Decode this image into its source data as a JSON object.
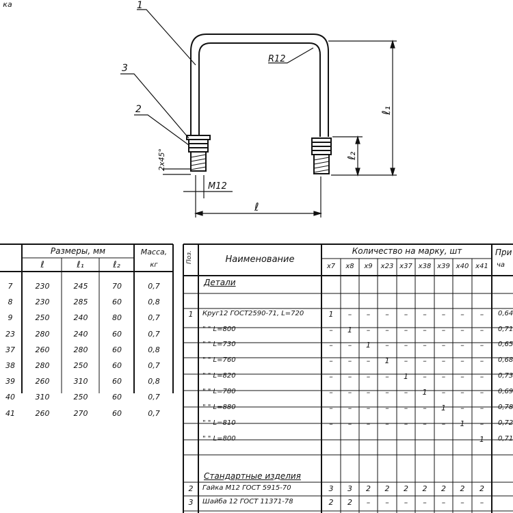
{
  "drawing": {
    "leaders": [
      "1",
      "3",
      "2"
    ],
    "radius_label": "R12",
    "chamfer_label": "2x45°",
    "thread_label": "M12",
    "dim_l": "ℓ",
    "dim_l1": "ℓ₁",
    "dim_l2": "ℓ₂"
  },
  "left_table": {
    "header_mark": "ка",
    "header_sizes": "Размеры,  мм",
    "header_mass": "Масса,",
    "header_mass_unit": "кг",
    "sub_l": "ℓ",
    "sub_l1": "ℓ₁",
    "sub_l2": "ℓ₂",
    "rows": [
      {
        "mark": "7",
        "l": "230",
        "l1": "245",
        "l2": "70",
        "mass": "0,7"
      },
      {
        "mark": "8",
        "l": "230",
        "l1": "285",
        "l2": "60",
        "mass": "0,8"
      },
      {
        "mark": "9",
        "l": "250",
        "l1": "240",
        "l2": "80",
        "mass": "0,7"
      },
      {
        "mark": "23",
        "l": "280",
        "l1": "240",
        "l2": "60",
        "mass": "0,7"
      },
      {
        "mark": "37",
        "l": "260",
        "l1": "280",
        "l2": "60",
        "mass": "0,8"
      },
      {
        "mark": "38",
        "l": "280",
        "l1": "250",
        "l2": "60",
        "mass": "0,7"
      },
      {
        "mark": "39",
        "l": "260",
        "l1": "310",
        "l2": "60",
        "mass": "0,8"
      },
      {
        "mark": "40",
        "l": "310",
        "l1": "250",
        "l2": "60",
        "mass": "0,7"
      },
      {
        "mark": "41",
        "l": "260",
        "l1": "270",
        "l2": "60",
        "mass": "0,7"
      }
    ]
  },
  "right_table": {
    "header_pos": "Поз.",
    "header_name": "Наименование",
    "header_qty": "Количество  на  марку,  шт",
    "header_note": "При",
    "header_note2": "ча",
    "marks": [
      "х7",
      "х8",
      "х9",
      "х23",
      "х37",
      "х38",
      "х39",
      "х40",
      "х41"
    ],
    "section_details": "Детали",
    "section_standard": "Стандартные  изделия",
    "rows": [
      {
        "pos": "1",
        "name": "Круг12 ГОСТ2590-71, L=720",
        "q": [
          "1",
          "–",
          "–",
          "–",
          "–",
          "–",
          "–",
          "–",
          "–"
        ],
        "note": "0,64"
      },
      {
        "pos": "",
        "name": "\"        \"           L=800",
        "q": [
          "–",
          "1",
          "–",
          "–",
          "–",
          "–",
          "–",
          "–",
          "–"
        ],
        "note": "0,71"
      },
      {
        "pos": "",
        "name": "\"        \"           L=730",
        "q": [
          "–",
          "–",
          "1",
          "–",
          "–",
          "–",
          "–",
          "–",
          "–"
        ],
        "note": "0,65"
      },
      {
        "pos": "",
        "name": "\"        \"           L=760",
        "q": [
          "–",
          "–",
          "–",
          "1",
          "–",
          "–",
          "–",
          "–",
          "–"
        ],
        "note": "0,68"
      },
      {
        "pos": "",
        "name": "\"        \"           L=820",
        "q": [
          "–",
          "–",
          "–",
          "–",
          "1",
          "–",
          "–",
          "–",
          "–"
        ],
        "note": "0,73"
      },
      {
        "pos": "",
        "name": "\"        \"           L=780",
        "q": [
          "–",
          "–",
          "–",
          "–",
          "–",
          "1",
          "–",
          "–",
          "–"
        ],
        "note": "0,69"
      },
      {
        "pos": "",
        "name": "\"        \"           L=880",
        "q": [
          "–",
          "–",
          "–",
          "–",
          "–",
          "–",
          "1",
          "–",
          "–"
        ],
        "note": "0,78"
      },
      {
        "pos": "",
        "name": "\"        \"           L=810",
        "q": [
          "–",
          "–",
          "–",
          "–",
          "–",
          "–",
          "–",
          "1",
          "–"
        ],
        "note": "0,72"
      },
      {
        "pos": "",
        "name": "\"        \"           L=800",
        "q": [
          "–",
          "–",
          "–",
          "–",
          "–",
          "–",
          "–",
          "–",
          "1"
        ],
        "note": "0,71"
      }
    ],
    "std_rows": [
      {
        "pos": "2",
        "name": "Гайка М12 ГОСТ 5915-70",
        "q": [
          "3",
          "3",
          "2",
          "2",
          "2",
          "2",
          "2",
          "2",
          "2"
        ],
        "note": ""
      },
      {
        "pos": "3",
        "name": "Шайба 12 ГОСТ 11371-78",
        "q": [
          "2",
          "2",
          "–",
          "–",
          "–",
          "–",
          "–",
          "–",
          "–"
        ],
        "note": ""
      }
    ]
  }
}
